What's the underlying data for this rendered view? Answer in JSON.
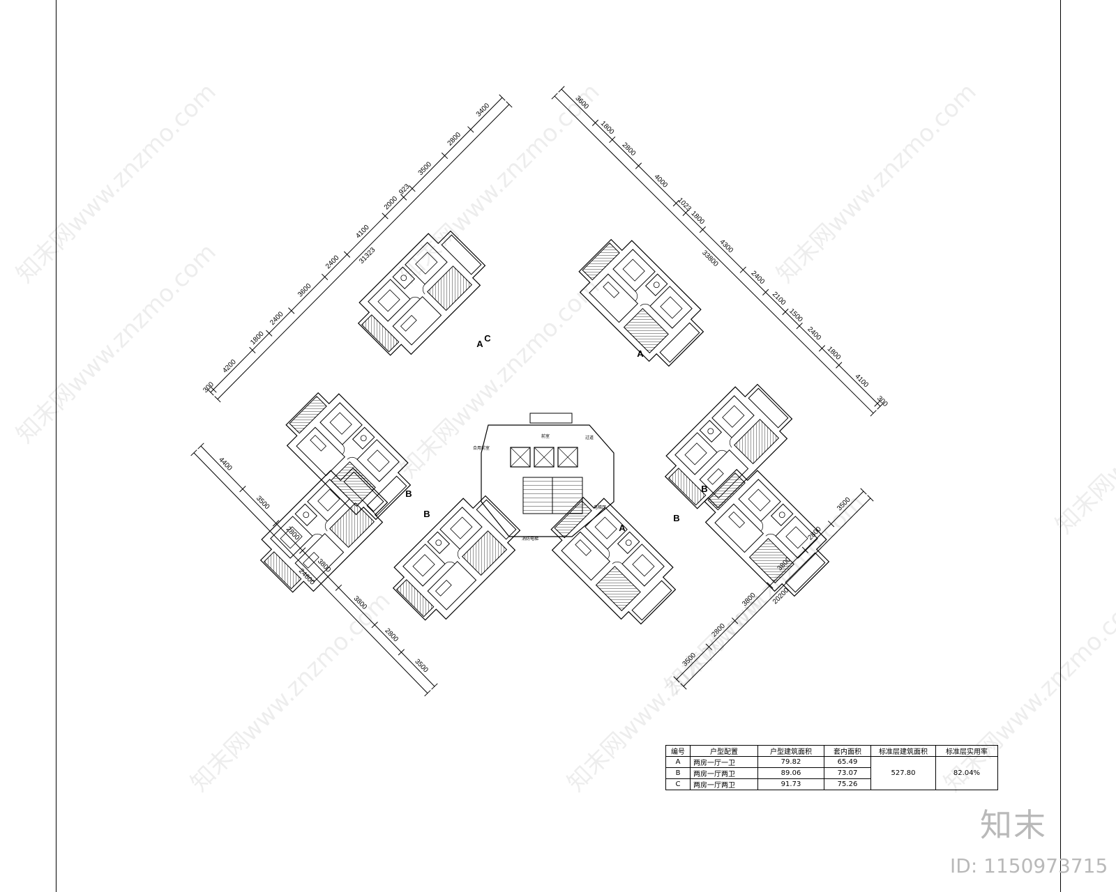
{
  "dimensions": {
    "top_left_chain": [
      "300",
      "4200",
      "1800",
      "2400",
      "3600",
      "2400",
      "4100",
      "2000",
      "923",
      "3500",
      "2800",
      "3400"
    ],
    "top_left_total": "31323",
    "top_right_chain": [
      "3600",
      "1800",
      "2800",
      "4000",
      "1023",
      "1800",
      "4300",
      "2400",
      "2100",
      "1500",
      "2400",
      "1800",
      "4100",
      "300"
    ],
    "top_right_total": "33800",
    "bottom_left_chain": [
      "4400",
      "3500",
      "2800",
      "3800",
      "3800",
      "2800",
      "3500"
    ],
    "bottom_left_total": "24600",
    "bottom_right_chain": [
      "3500",
      "2800",
      "3800",
      "3800",
      "2800",
      "3500"
    ],
    "bottom_right_total": "20200"
  },
  "unit_labels": [
    "A",
    "A",
    "A",
    "B",
    "B",
    "B",
    "B",
    "C"
  ],
  "room_labels": [
    "前室",
    "合用前室",
    "消防电梯",
    "电梯厅",
    "过道"
  ],
  "table": {
    "headers": [
      "编号",
      "户型配置",
      "户型建筑面积",
      "套内面积",
      "标准层建筑面积",
      "标准层实用率"
    ],
    "rows": [
      {
        "code": "A",
        "config": "两房一厅一卫",
        "gross": "79.82",
        "net": "65.49"
      },
      {
        "code": "B",
        "config": "两房一厅两卫",
        "gross": "89.06",
        "net": "73.07"
      },
      {
        "code": "C",
        "config": "两房一厅两卫",
        "gross": "91.73",
        "net": "75.26"
      }
    ],
    "floor_area": "527.80",
    "usage_rate": "82.04%"
  },
  "watermark": {
    "text": "知末网www.znzmo.com"
  },
  "brand": {
    "logo_text": "知末",
    "id_text": "ID: 1150973715"
  }
}
